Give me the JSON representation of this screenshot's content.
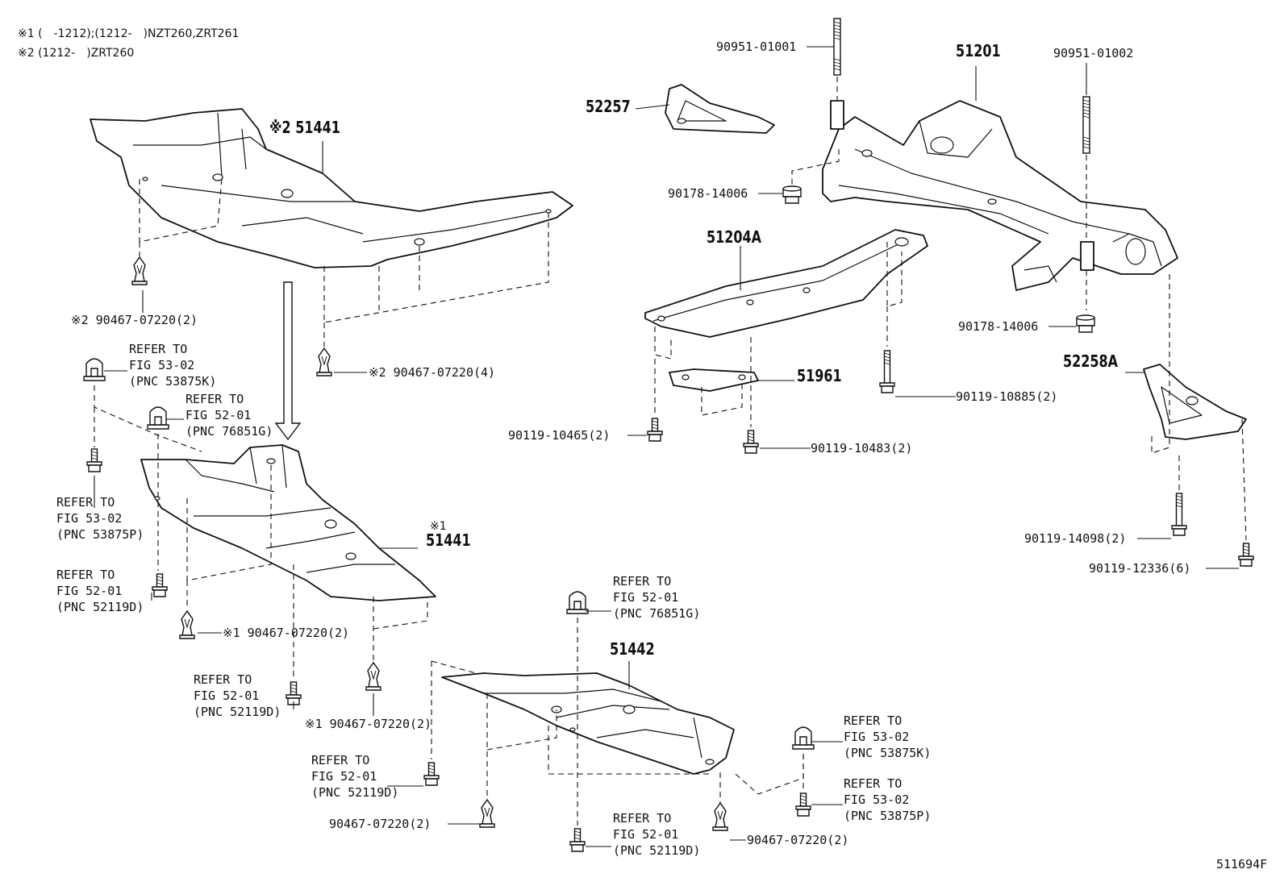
{
  "notes": {
    "note1": "※1 (　-1212);(1212-　)NZT260,ZRT261",
    "note2": "※2 (1212-　)ZRT260"
  },
  "drawing_number": "511694F",
  "parts": {
    "p51201": "51201",
    "p52257": "52257",
    "p51204A": "51204A",
    "p51961": "51961",
    "p52258A": "52258A",
    "p51442": "51442",
    "p51441_top": "※2 51441",
    "p51441_mid_mark": "※1",
    "p51441_mid": "51441",
    "f_90951_01001": "90951-01001",
    "f_90951_01002": "90951-01002",
    "f_90178_14006_a": "90178-14006",
    "f_90178_14006_b": "90178-14006",
    "f_90119_10885": "90119-10885(2)",
    "f_90119_10465": "90119-10465(2)",
    "f_90119_10483": "90119-10483(2)",
    "f_90119_14098": "90119-14098(2)",
    "f_90119_12336": "90119-12336(6)",
    "f_90467_a": "※2 90467-07220(2)",
    "f_90467_b": "※2 90467-07220(4)",
    "f_90467_c": "※1 90467-07220(2)",
    "f_90467_d": "※1 90467-07220(2)",
    "f_90467_e": "90467-07220(2)",
    "f_90467_f": "90467-07220(2)"
  },
  "refs": {
    "r1": {
      "l1": "REFER TO",
      "l2": "FIG 53-02",
      "l3": "(PNC 53875K)"
    },
    "r2": {
      "l1": "REFER TO",
      "l2": "FIG 52-01",
      "l3": "(PNC 76851G)"
    },
    "r3": {
      "l1": "REFER TO",
      "l2": "FIG 53-02",
      "l3": "(PNC 53875P)"
    },
    "r4": {
      "l1": "REFER TO",
      "l2": "FIG 52-01",
      "l3": "(PNC 52119D)"
    },
    "r5": {
      "l1": "REFER TO",
      "l2": "FIG 52-01",
      "l3": "(PNC 52119D)"
    },
    "r6": {
      "l1": "REFER TO",
      "l2": "FIG 52-01",
      "l3": "(PNC 76851G)"
    },
    "r7": {
      "l1": "REFER TO",
      "l2": "FIG 52-01",
      "l3": "(PNC 52119D)"
    },
    "r8": {
      "l1": "REFER TO",
      "l2": "FIG 53-02",
      "l3": "(PNC 53875K)"
    },
    "r9": {
      "l1": "REFER TO",
      "l2": "FIG 53-02",
      "l3": "(PNC 53875P)"
    },
    "r10": {
      "l1": "REFER TO",
      "l2": "FIG 52-01",
      "l3": "(PNC 52119D)"
    }
  }
}
